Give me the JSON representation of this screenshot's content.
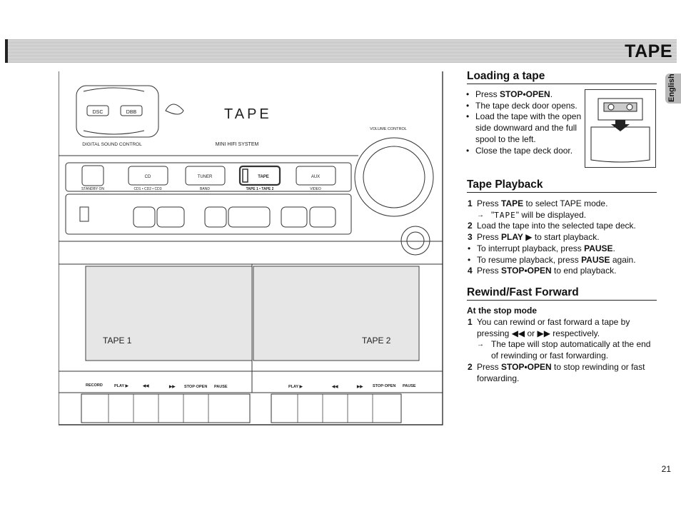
{
  "header": {
    "title": "TAPE",
    "language_tab": "English"
  },
  "device": {
    "panel_buttons": [
      "DSC",
      "DBB"
    ],
    "digital_sound_control": "DIGITAL SOUND CONTROL",
    "display_text": "TAPE",
    "model": "MINI HIFI SYSTEM",
    "volume_control": "VOLUME CONTROL",
    "sources": [
      {
        "label": "CD",
        "sub": "CD1 • CD2 • CD3"
      },
      {
        "label": "TUNER",
        "sub": "BAND"
      },
      {
        "label": "TAPE",
        "sub": "TAPE 1 • TAPE 2"
      },
      {
        "label": "AUX",
        "sub": "VIDEO"
      }
    ],
    "standby": "STANDBY ON",
    "tape1_label": "TAPE 1",
    "tape2_label": "TAPE 2",
    "deck1_buttons": [
      "RECORD",
      "PLAY ▶",
      "◀◀",
      "▶▶",
      "STOP·OPEN",
      "PAUSE"
    ],
    "deck2_buttons": [
      "PLAY ▶",
      "◀◀",
      "▶▶",
      "STOP·OPEN",
      "PAUSE"
    ]
  },
  "loading": {
    "title": "Loading a tape",
    "items": [
      {
        "pre": "Press ",
        "bold": "STOP•OPEN",
        "post": "."
      },
      {
        "pre": "The tape deck door opens.",
        "bold": "",
        "post": ""
      },
      {
        "pre": "Load the tape with the open side downward and the full spool to the left.",
        "bold": "",
        "post": ""
      },
      {
        "pre": "Close the tape deck door.",
        "bold": "",
        "post": ""
      }
    ]
  },
  "playback": {
    "title": "Tape Playback",
    "step1_pre": "Press ",
    "step1_bold": "TAPE",
    "step1_post": " to select TAPE mode.",
    "step1_arrow_pre": "\"",
    "step1_arrow_lcd": "TAPE",
    "step1_arrow_post": "\" will be displayed.",
    "step2": "Load the tape into the selected tape deck.",
    "step3_pre": "Press ",
    "step3_bold": "PLAY",
    "step3_post": " ▶ to start playback.",
    "b1_pre": "To interrupt playback, press ",
    "b1_bold": "PAUSE",
    "b1_post": ".",
    "b2_pre": "To resume playback, press ",
    "b2_bold": "PAUSE",
    "b2_post": " again.",
    "step4_pre": "Press ",
    "step4_bold": "STOP•OPEN",
    "step4_post": " to end playback."
  },
  "rewind": {
    "title": "Rewind/Fast Forward",
    "subhead": "At the stop mode",
    "step1": "You can rewind or fast forward a tape by pressing ◀◀ or ▶▶ respectively.",
    "step1_arrow": "The tape will stop automatically at the end of rewinding or fast forwarding.",
    "step2_pre": "Press ",
    "step2_bold": "STOP•OPEN",
    "step2_post": " to stop rewinding or fast forwarding."
  },
  "page_number": "21"
}
